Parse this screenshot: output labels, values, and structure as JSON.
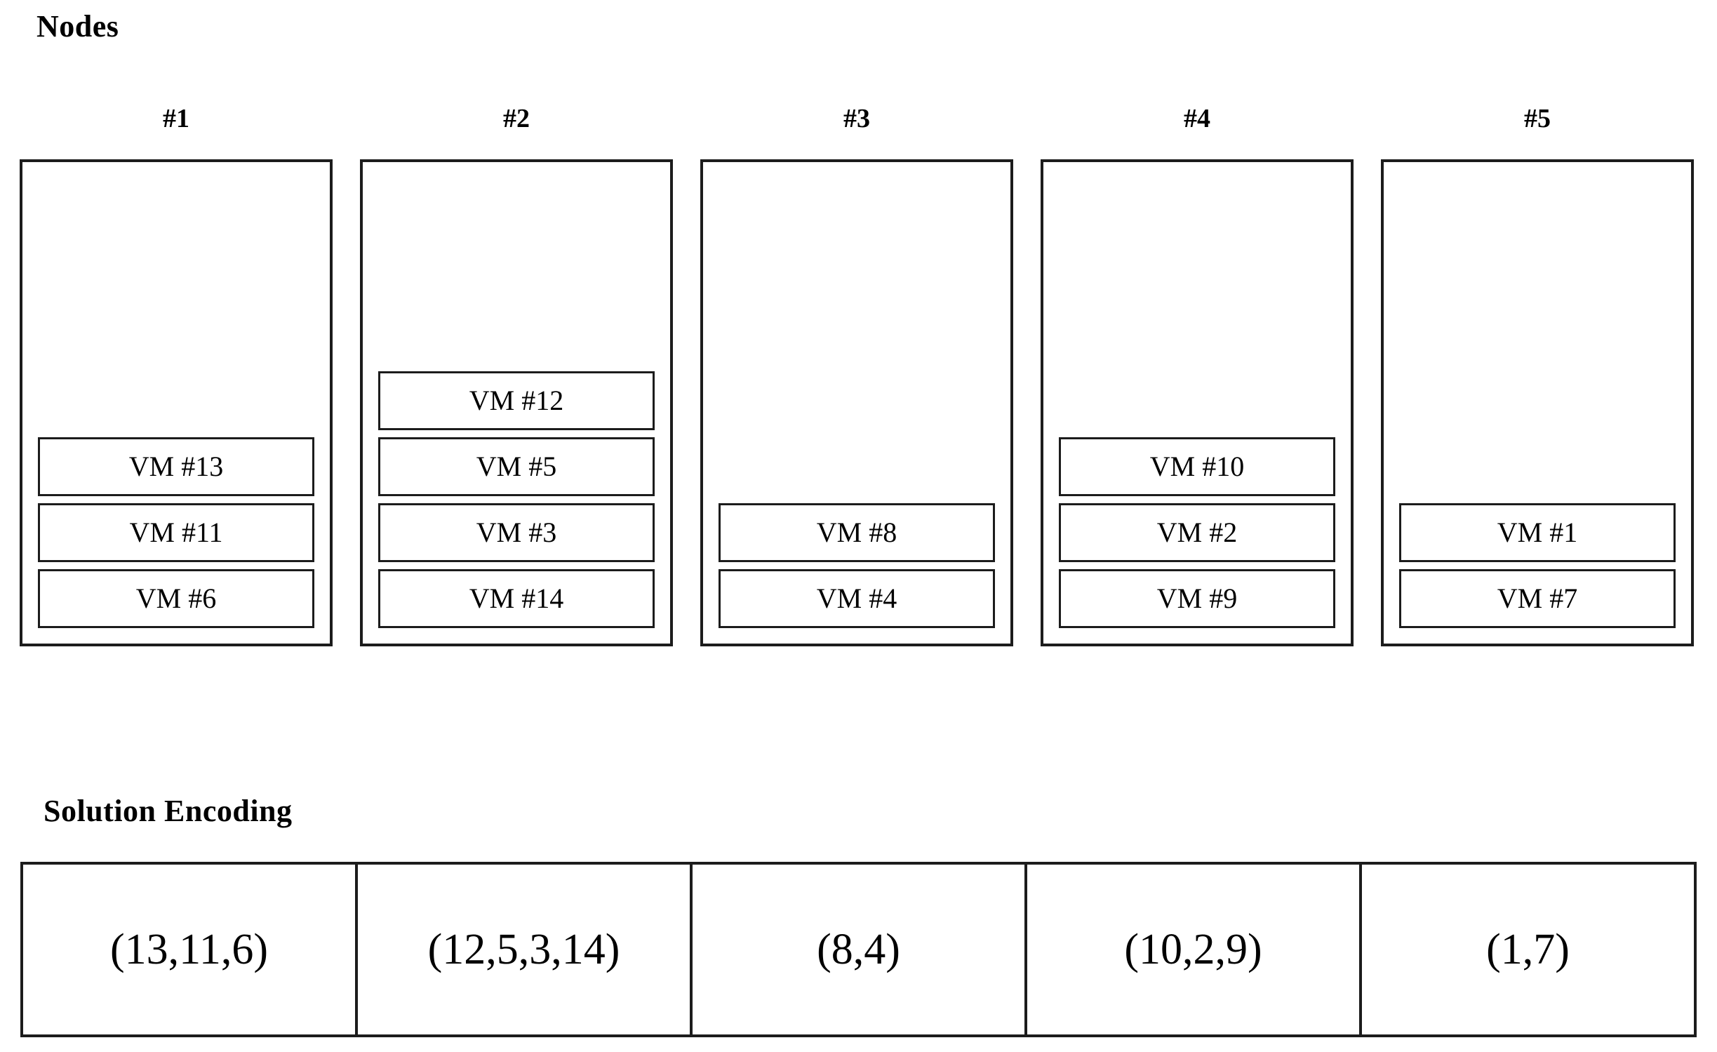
{
  "nodes_section": {
    "title": "Nodes",
    "columns": [
      {
        "label": "#1",
        "vms": [
          "VM #13",
          "VM #11",
          "VM #6"
        ]
      },
      {
        "label": "#2",
        "vms": [
          "VM #12",
          "VM #5",
          "VM #3",
          "VM #14"
        ]
      },
      {
        "label": "#3",
        "vms": [
          "VM #8",
          "VM #4"
        ]
      },
      {
        "label": "#4",
        "vms": [
          "VM #10",
          "VM #2",
          "VM #9"
        ]
      },
      {
        "label": "#5",
        "vms": [
          "VM #1",
          "VM #7"
        ]
      }
    ]
  },
  "encoding_section": {
    "title": "Solution Encoding",
    "cells": [
      "(13,11,6)",
      "(12,5,3,14)",
      "(8,4)",
      "(10,2,9)",
      "(1,7)"
    ]
  },
  "colors": {
    "stroke": "#1c1c1c",
    "background": "#ffffff",
    "text": "#000000"
  }
}
